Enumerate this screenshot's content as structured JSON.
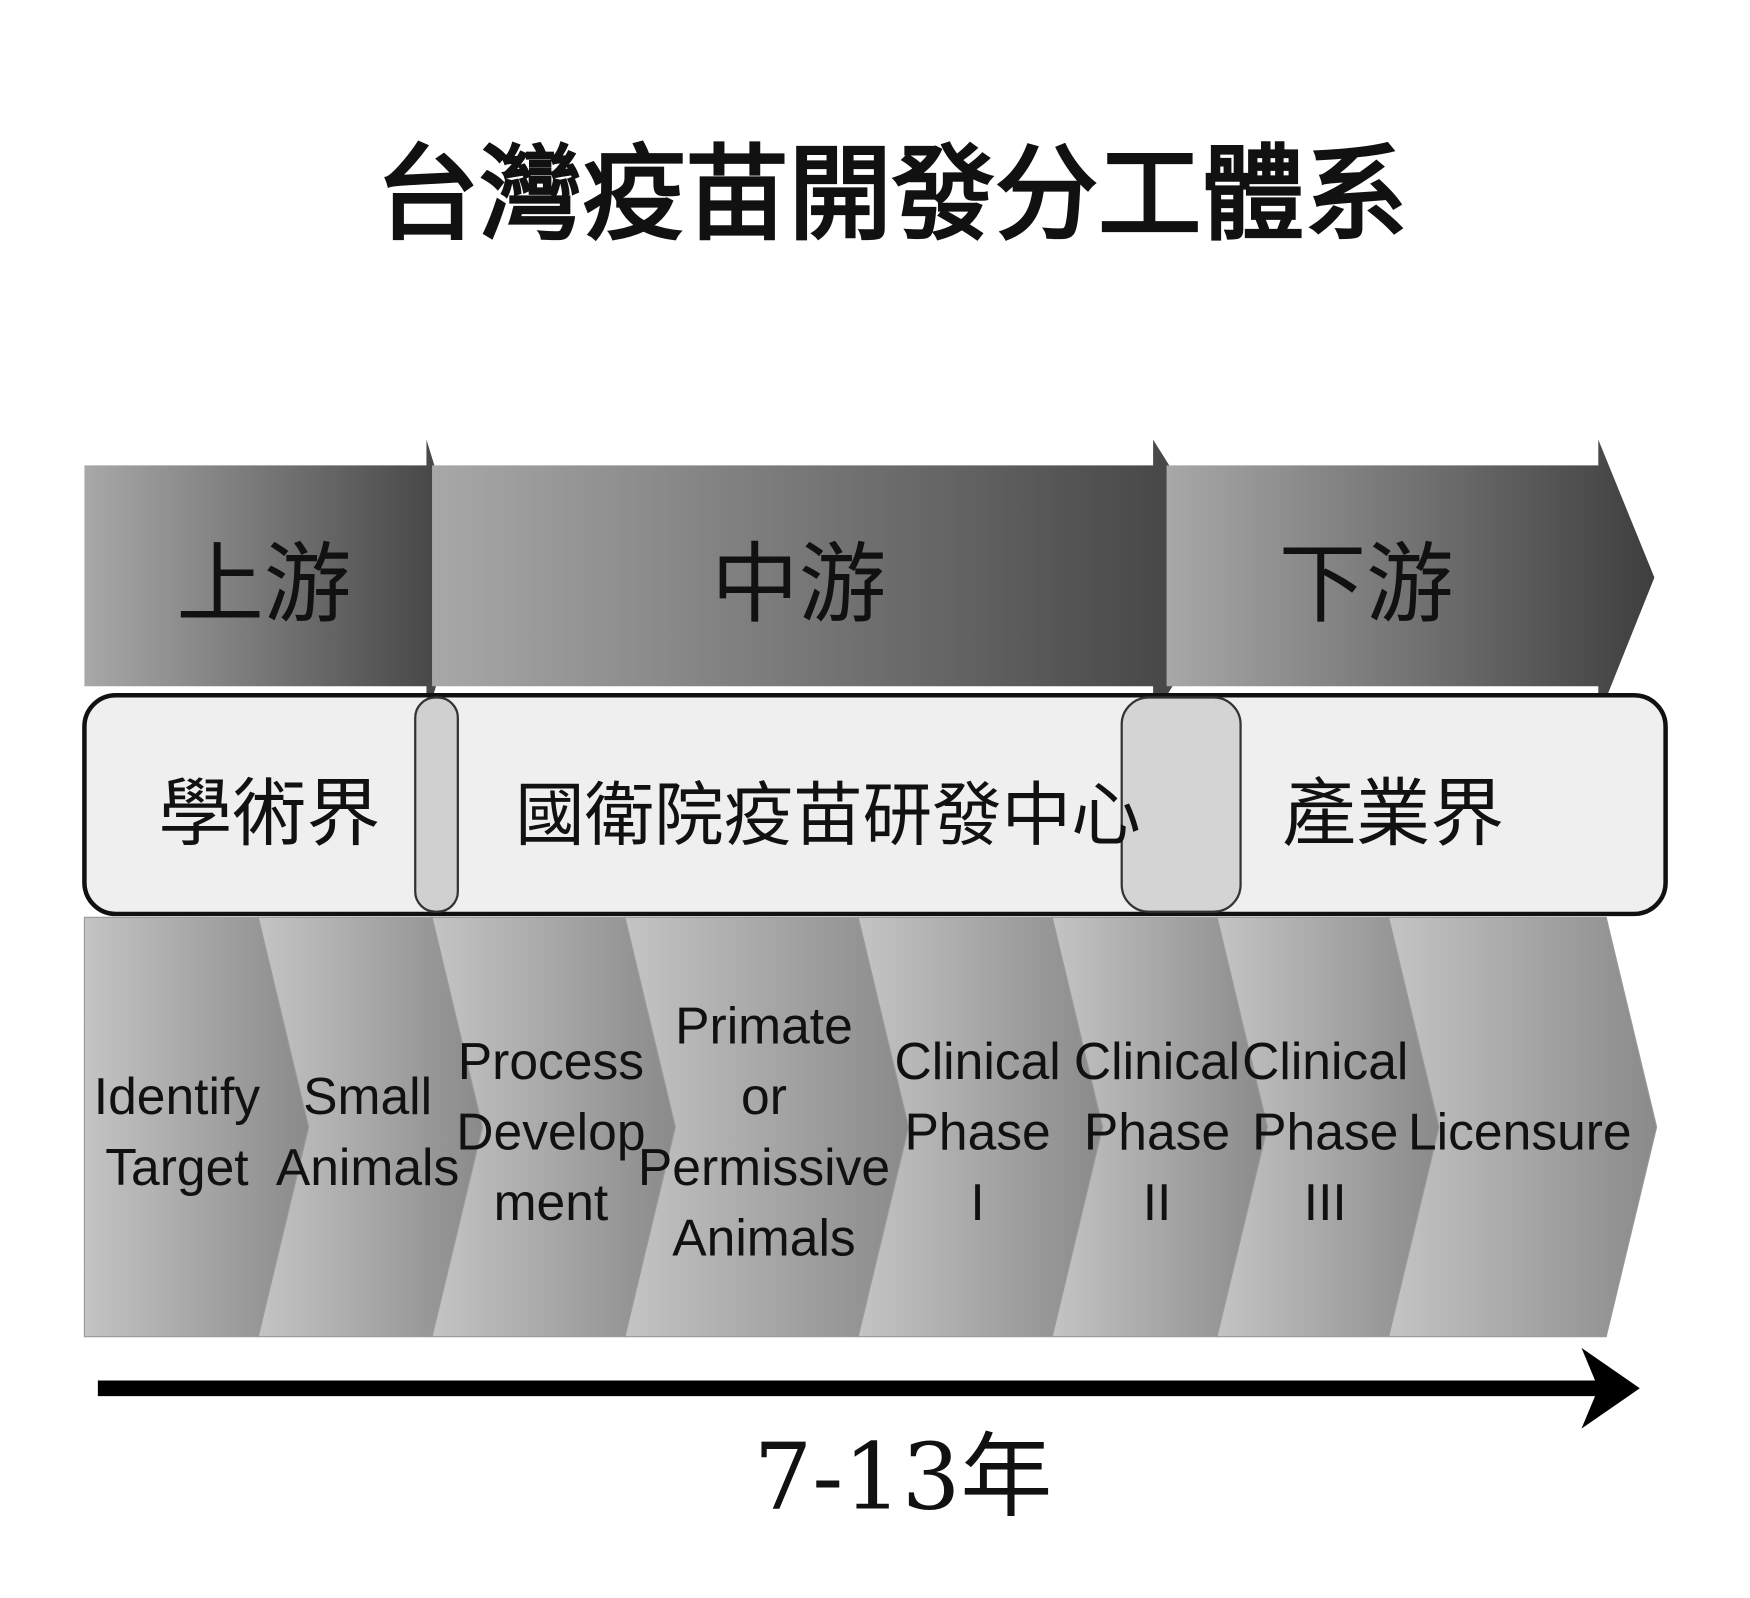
{
  "title": "台灣疫苗開發分工體系",
  "stages": [
    {
      "label": "上游"
    },
    {
      "label": "中游"
    },
    {
      "label": "下游"
    }
  ],
  "sectors": [
    {
      "label": "學術界"
    },
    {
      "label": "國衛院疫苗研發中心"
    },
    {
      "label": "產業界"
    }
  ],
  "steps": [
    {
      "lines": [
        "Identify",
        "Target"
      ]
    },
    {
      "lines": [
        "Small",
        "Animals"
      ]
    },
    {
      "lines": [
        "Process",
        "Develop",
        "ment"
      ]
    },
    {
      "lines": [
        "Primate",
        "or",
        "Permissive",
        "Animals"
      ]
    },
    {
      "lines": [
        "Clinical",
        "Phase",
        "I"
      ]
    },
    {
      "lines": [
        "Clinical",
        "Phase",
        "II"
      ]
    },
    {
      "lines": [
        "Clinical",
        "Phase",
        "III"
      ]
    },
    {
      "lines": [
        "Licensure"
      ]
    }
  ],
  "timeline_label": "7-13年"
}
